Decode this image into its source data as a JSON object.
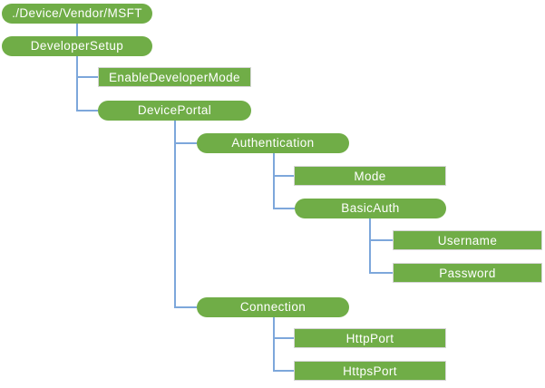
{
  "diagram": {
    "type": "tree",
    "colors": {
      "node_fill": "#70AD47",
      "node_text": "#FFFFFF",
      "rect_border": "#D6D6D6",
      "connector": "#7DA7DB",
      "background": "#FFFFFF"
    },
    "nodes": [
      {
        "id": "root",
        "label": "./Device/Vendor/MSFT",
        "shape": "rounded",
        "parent": null
      },
      {
        "id": "developer-setup",
        "label": "DeveloperSetup",
        "shape": "rounded",
        "parent": "root"
      },
      {
        "id": "enable-developer-mode",
        "label": "EnableDeveloperMode",
        "shape": "rect",
        "parent": "developer-setup"
      },
      {
        "id": "device-portal",
        "label": "DevicePortal",
        "shape": "rounded",
        "parent": "developer-setup"
      },
      {
        "id": "authentication",
        "label": "Authentication",
        "shape": "rounded",
        "parent": "device-portal"
      },
      {
        "id": "mode",
        "label": "Mode",
        "shape": "rect",
        "parent": "authentication"
      },
      {
        "id": "basic-auth",
        "label": "BasicAuth",
        "shape": "rounded",
        "parent": "authentication"
      },
      {
        "id": "username",
        "label": "Username",
        "shape": "rect",
        "parent": "basic-auth"
      },
      {
        "id": "password",
        "label": "Password",
        "shape": "rect",
        "parent": "basic-auth"
      },
      {
        "id": "connection",
        "label": "Connection",
        "shape": "rounded",
        "parent": "device-portal"
      },
      {
        "id": "http-port",
        "label": "HttpPort",
        "shape": "rect",
        "parent": "connection"
      },
      {
        "id": "https-port",
        "label": "HttpsPort",
        "shape": "rect",
        "parent": "connection"
      }
    ]
  }
}
